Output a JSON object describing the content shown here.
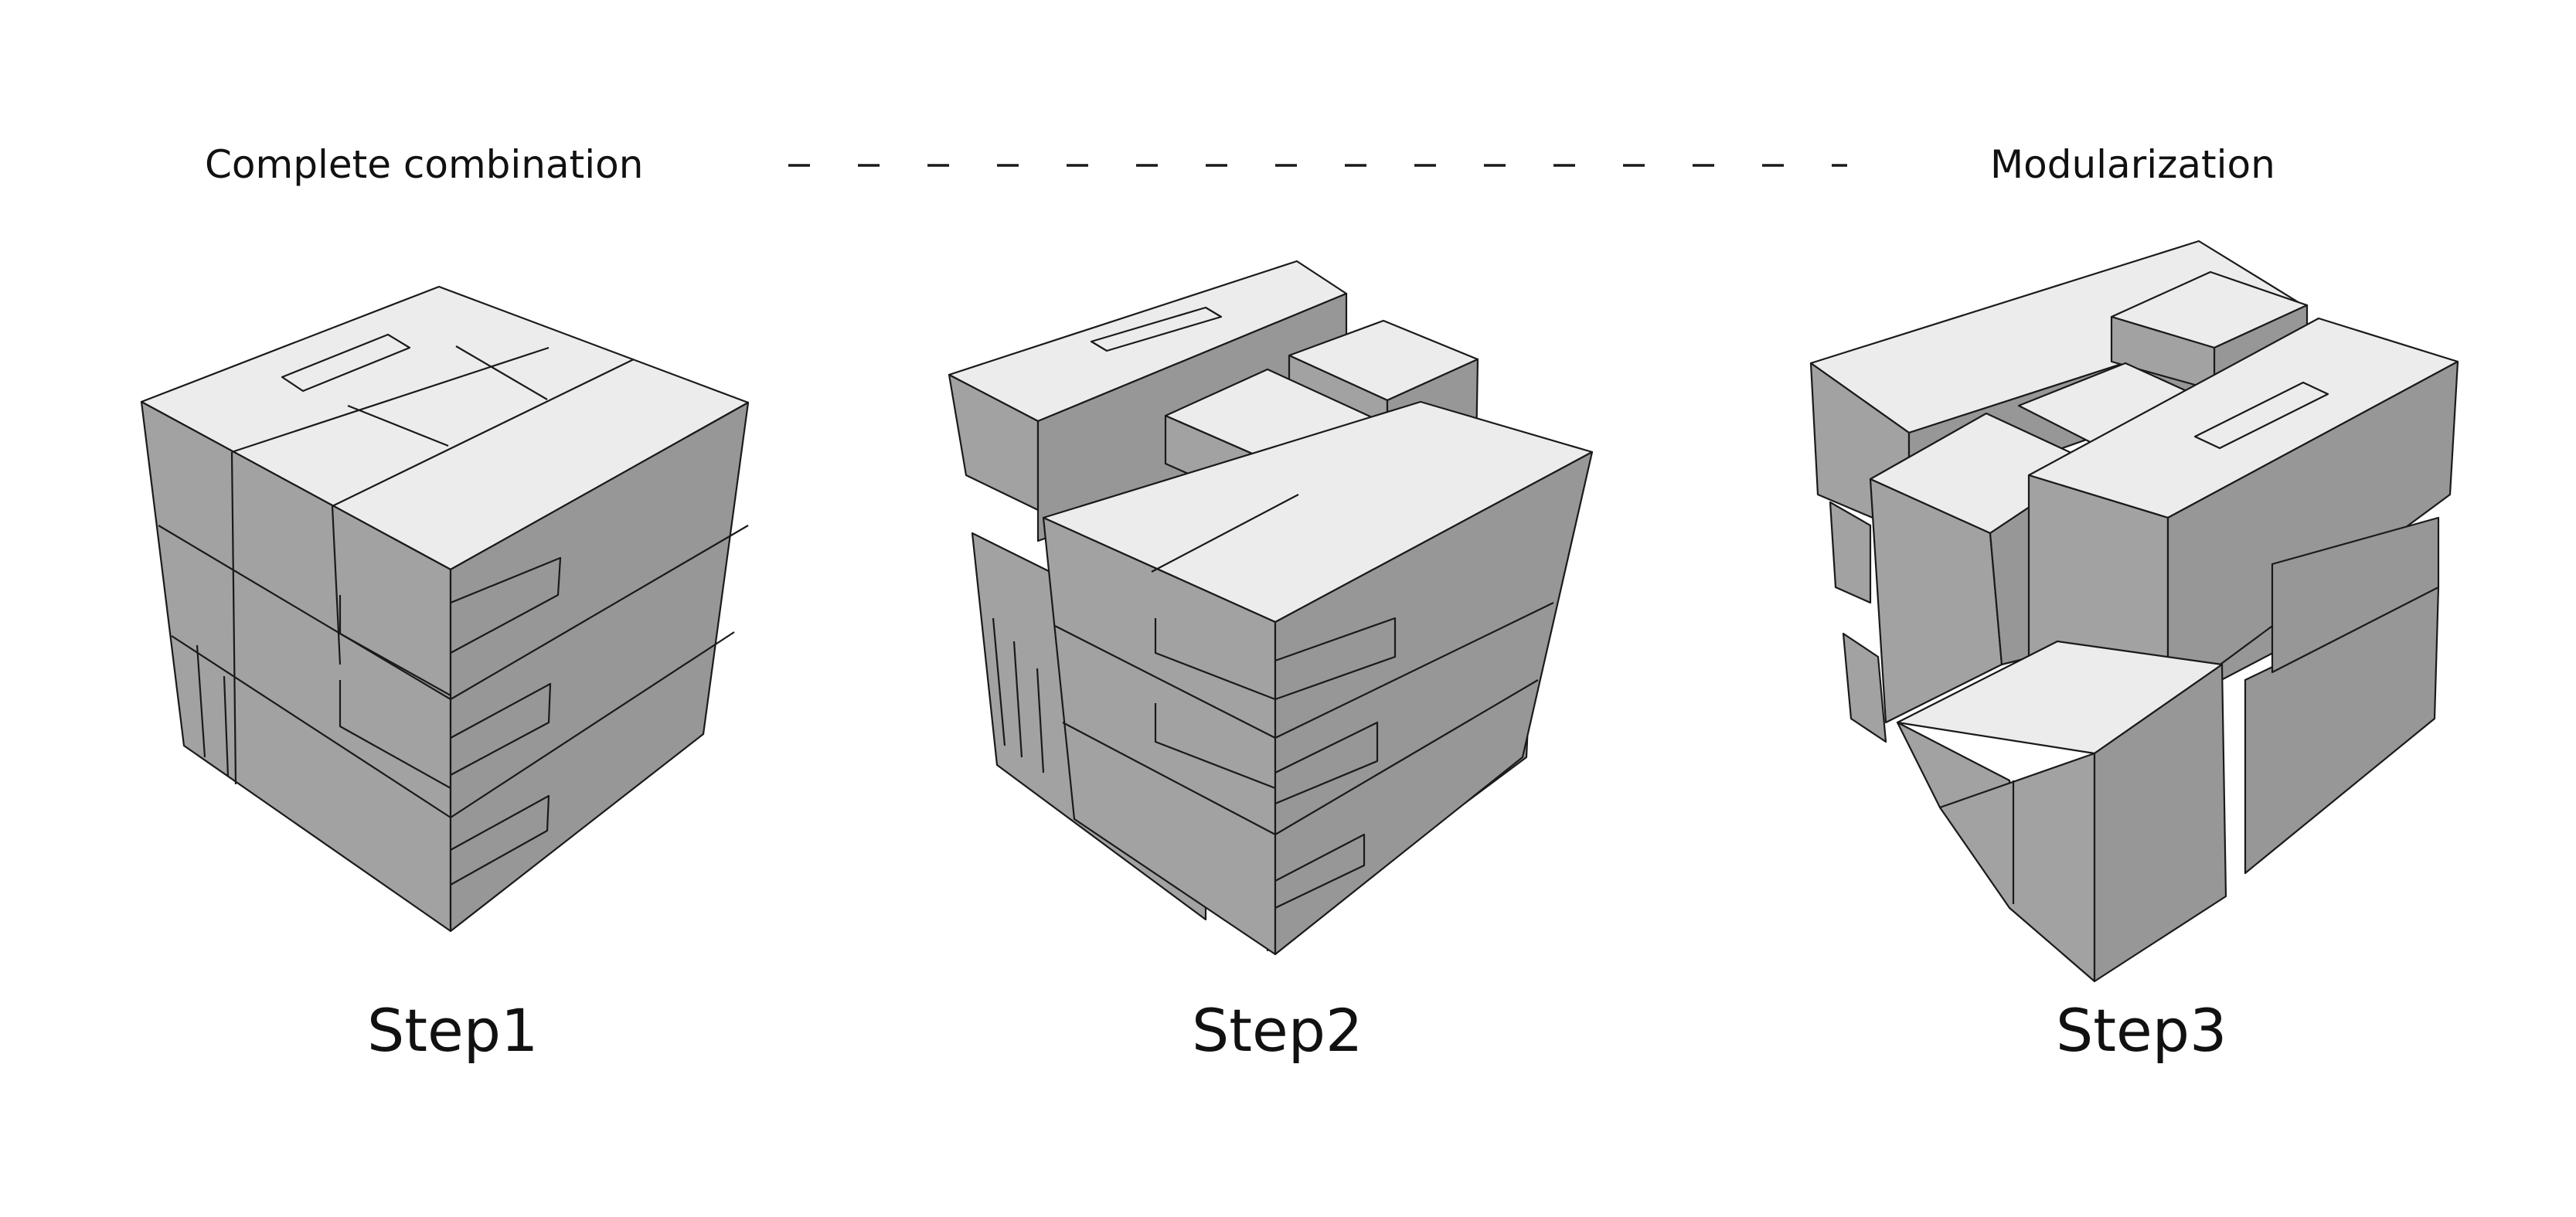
{
  "header": {
    "left_label": "Complete combination",
    "right_label": "Modularization"
  },
  "steps": [
    {
      "label": "Step1"
    },
    {
      "label": "Step2"
    },
    {
      "label": "Step3"
    }
  ]
}
